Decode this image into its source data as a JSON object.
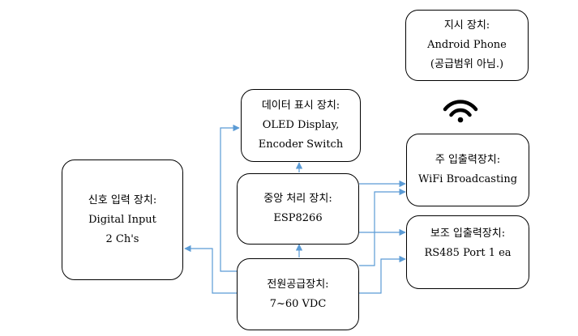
{
  "blocks": {
    "indicator": {
      "title": "지시 장치:",
      "line1": "Android Phone",
      "line2": "(공급범위 아님.)"
    },
    "display": {
      "title": "데이터 표시 장치:",
      "line1": "OLED Display,",
      "line2": "Encoder Switch"
    },
    "signal_input": {
      "title": "신호 입력 장치:",
      "line1": "Digital Input",
      "line2": "2 Ch's"
    },
    "cpu": {
      "title": "중앙 처리 장치:",
      "line1": "ESP8266"
    },
    "main_io": {
      "title": "주 입출력장치:",
      "line1": "WiFi Broadcasting"
    },
    "aux_io": {
      "title": "보조 입출력장치:",
      "line1": "RS485 Port 1 ea"
    },
    "power": {
      "title": "전원공급장치:",
      "line1": "7~60 VDC"
    }
  },
  "icons": {
    "wireless": "wifi-icon"
  },
  "colors": {
    "connector": "#5b9bd5",
    "border": "#000000"
  }
}
